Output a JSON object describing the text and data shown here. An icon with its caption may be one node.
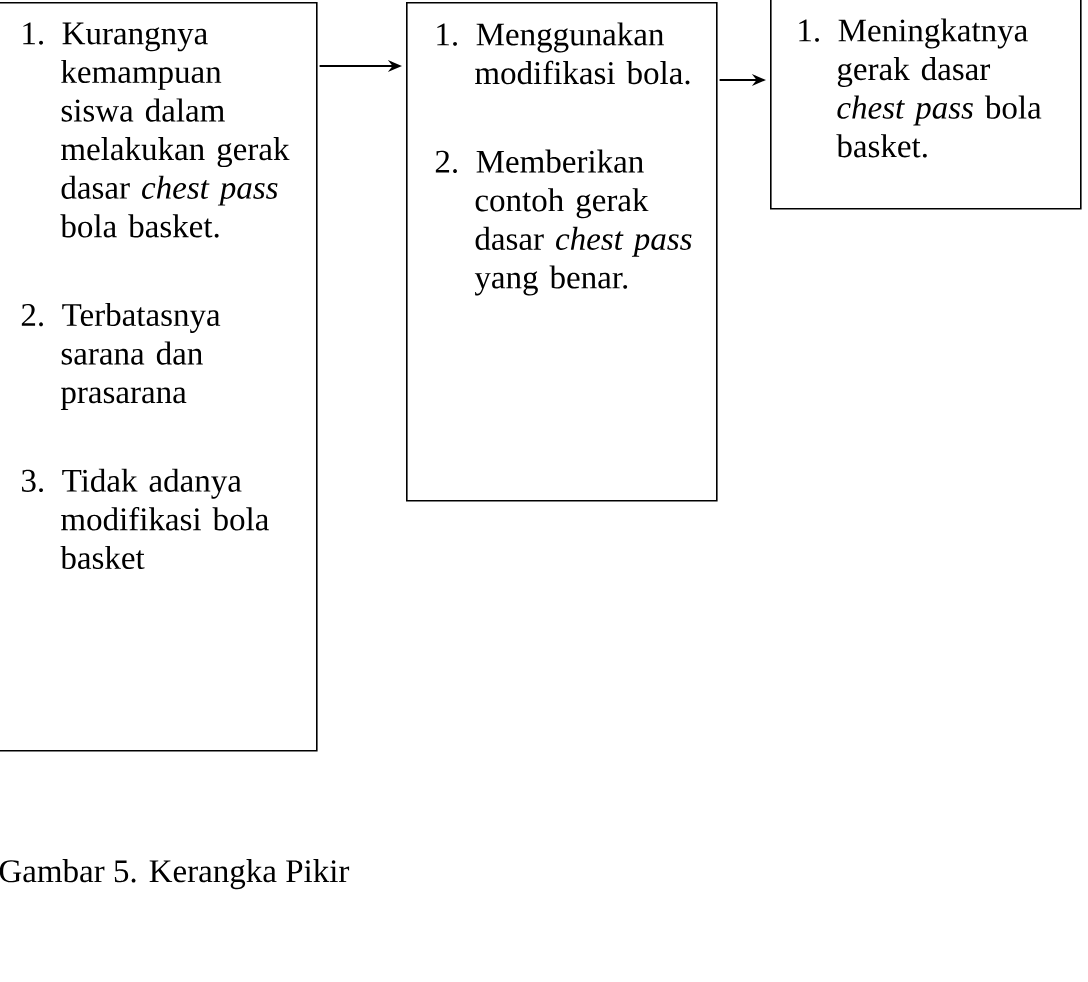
{
  "diagram": {
    "caption": "Gambar 5. Kerangka Pikir",
    "nodes": [
      {
        "text": [
          "1. Kurangnya kemampuan siswa dalam melakukan gerak dasar *chest pass* bola basket.",
          "2. Terbatasnya sarana dan prasarana",
          "3. Tidak adanya modifikasi bola basket"
        ]
      },
      {
        "text": [
          "1. Menggunakan modifikasi bola.",
          "2. Memberikan contoh gerak dasar *chest pass* yang benar."
        ]
      },
      {
        "text": [
          "1. Meningkatnya gerak dasar *chest pass* bola basket."
        ]
      }
    ],
    "edges": [
      {
        "from": 0,
        "to": 1,
        "arrow": "to"
      },
      {
        "from": 1,
        "to": 2,
        "arrow": "to"
      }
    ]
  }
}
